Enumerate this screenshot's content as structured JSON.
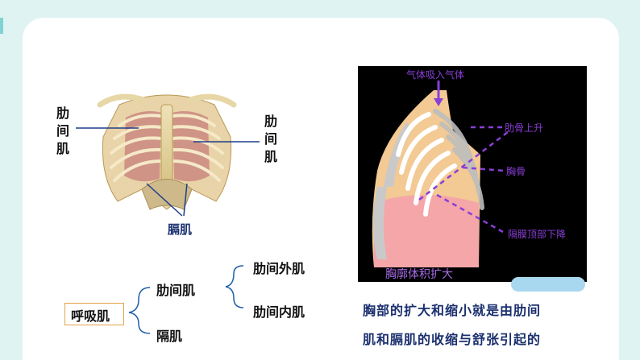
{
  "ribcage": {
    "left_label": "肋\n间\n肌",
    "right_label": "肋\n间\n肌",
    "diaphragm_label": "膈肌"
  },
  "breathing_diagram": {
    "top": "气体吸入气体",
    "ribs_up": "肋骨上升",
    "sternum": "胸骨",
    "diaphragm_down": "隔膜顶部下降",
    "bottom": "胸廓体积扩大"
  },
  "tree": {
    "root": "呼吸肌",
    "branch1": "肋间肌",
    "branch1_sub1": "肋间外肌",
    "branch1_sub2": "肋间内肌",
    "branch2": "隔肌"
  },
  "summary": {
    "line1": "胸部的扩大和缩小就是由肋间",
    "line2": "肌和膈肌的收缩与舒张引起的"
  },
  "colors": {
    "bracket": "#1f5fa8",
    "purple": "#8a3ed8",
    "dark_blue": "#1a2f6e"
  }
}
